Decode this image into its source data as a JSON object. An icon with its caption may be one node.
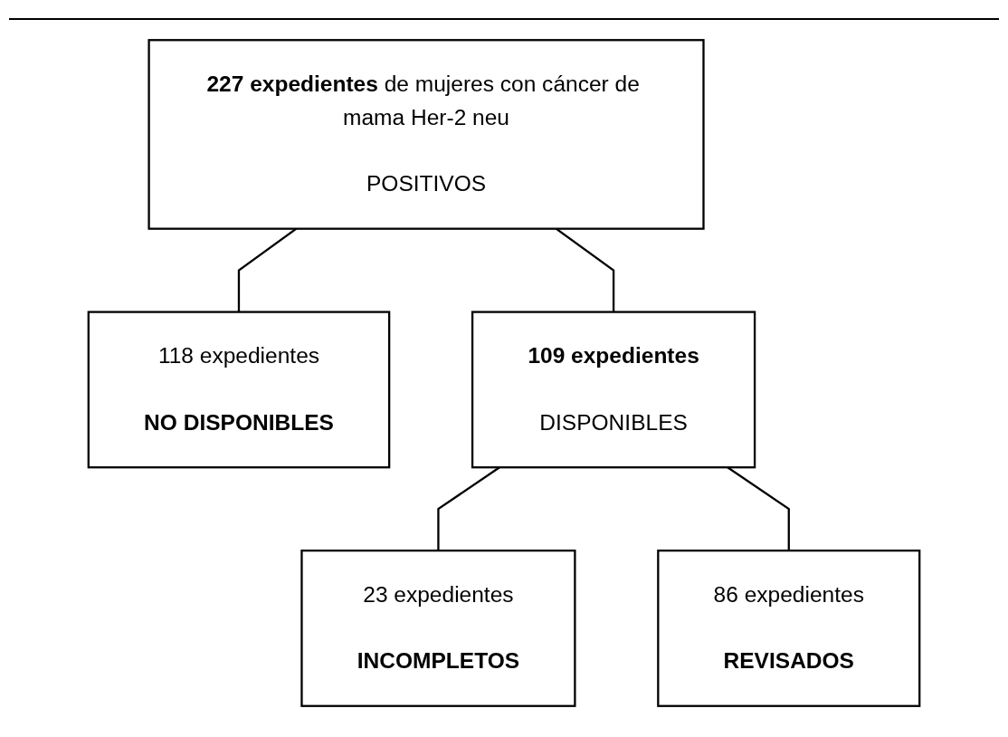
{
  "diagram": {
    "nodes": [
      {
        "text": [
          "**227 expedientes** de mujeres con cáncer de mama Her-2 neu",
          "POSITIVOS"
        ]
      },
      {
        "text": [
          "118 expedientes",
          "**NO DISPONIBLES**"
        ]
      },
      {
        "text": [
          "**109 expedientes**",
          "DISPONIBLES"
        ]
      },
      {
        "text": [
          "23 expedientes",
          "**INCOMPLETOS**"
        ]
      },
      {
        "text": [
          "86 expedientes",
          "**REVISADOS**"
        ]
      }
    ],
    "edges": [
      {
        "from": 0,
        "to": 1,
        "arrow": "none"
      },
      {
        "from": 0,
        "to": 2,
        "arrow": "none"
      },
      {
        "from": 2,
        "to": 3,
        "arrow": "none"
      },
      {
        "from": 2,
        "to": 4,
        "arrow": "none"
      }
    ]
  }
}
